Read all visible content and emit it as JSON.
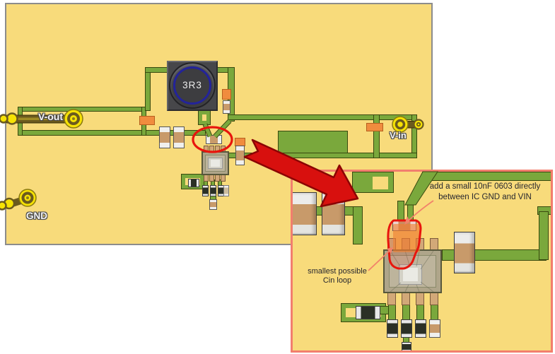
{
  "board": {
    "labels": {
      "vout": "V-out",
      "vin": "V-in",
      "gnd": "GND"
    },
    "inductor": {
      "value": "3R3"
    }
  },
  "inset": {
    "annotations": {
      "cap_note": {
        "line1": "add a small 10nF 0603 directly",
        "line2": "between IC GND and VIN"
      },
      "loop_note": {
        "line1": "smallest possible",
        "line2": "Cin loop"
      }
    }
  },
  "colors": {
    "board-yellow": "#F8DB7B",
    "board-edge": "#8C8C8C",
    "trace-green": "#7AA83C",
    "trace-border": "#39490F",
    "copper-orange": "#F08C3E",
    "cap-tan": "#C89A6A",
    "cap-white": "#F0F0EE",
    "comp-black": "#2B3026",
    "pad-yellow": "#F6E204",
    "connector-olive": "#6B5A1E",
    "arrow-red": "#D8100E",
    "arrow-red-dark": "#8B0404",
    "highlight-red": "#E8150D",
    "highlight-orange": "#F18C34",
    "inset-border": "#F27E6E",
    "leader-salmon": "#F2826A",
    "inductor-gray": "#47474A",
    "inductor-ring": "#23239A",
    "ic-body": "#AFA58A",
    "ic-border": "#57573B",
    "text-dark": "#26262E"
  }
}
